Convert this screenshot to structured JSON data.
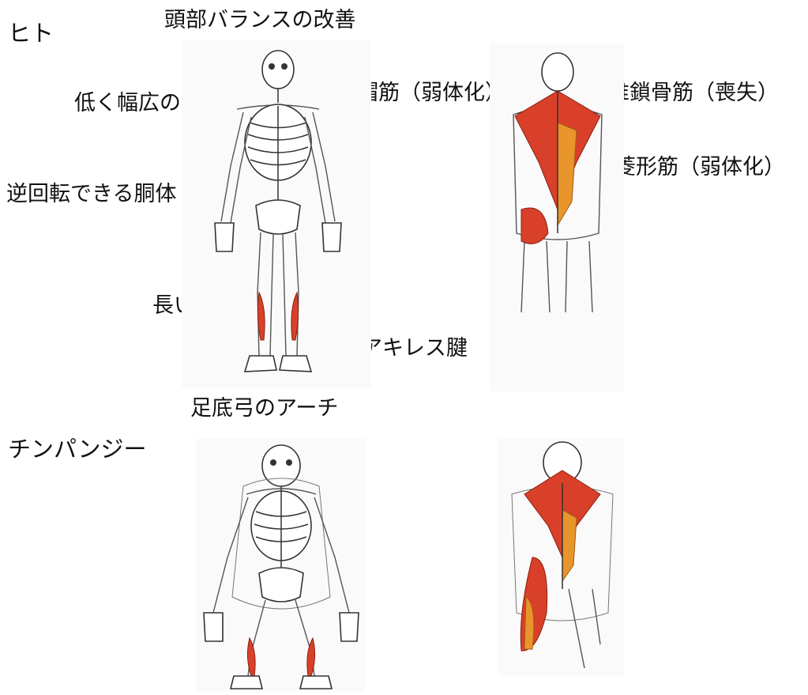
{
  "sections": {
    "human": "ヒト",
    "chimp": "チンパンジー"
  },
  "human_labels": {
    "head_balance": "頭部バランスの改善",
    "shoulders": "低く幅広の肩",
    "trunk": "逆回転できる胴体",
    "legs": "長い脚",
    "achilles": "長いアキレス腱",
    "foot_arch": "足底弓のアーチ",
    "trapezius": "僧帽筋（弱体化）",
    "cleidooccipital": "環椎鎖骨筋（喪失）",
    "rhomboid": "菱形筋（弱体化）"
  },
  "colors": {
    "muscle_red": "#d9402a",
    "muscle_orange": "#e8952c"
  },
  "icons": [
    "human-skeleton-front",
    "human-back-muscles",
    "chimp-skeleton-front",
    "chimp-back-muscles"
  ]
}
